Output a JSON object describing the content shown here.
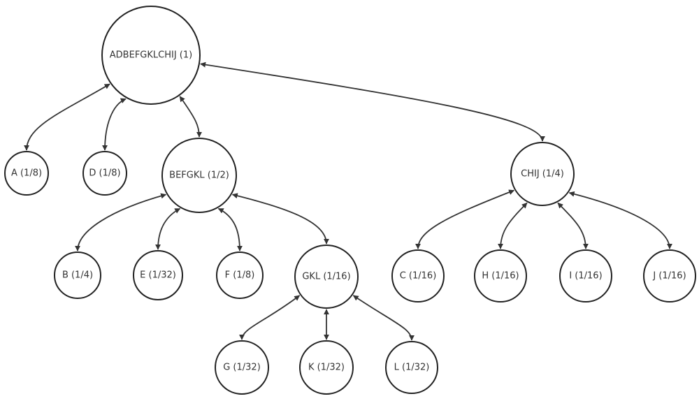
{
  "diagram": {
    "type": "tree",
    "nodes": [
      {
        "id": "root",
        "label": "ADBEFGKLCHIJ (1)"
      },
      {
        "id": "A",
        "label": "A (1/8)"
      },
      {
        "id": "D",
        "label": "D (1/8)"
      },
      {
        "id": "BEFGKL",
        "label": "BEFGKL (1/2)"
      },
      {
        "id": "CHIJ",
        "label": "CHIJ (1/4)"
      },
      {
        "id": "B",
        "label": "B (1/4)"
      },
      {
        "id": "E",
        "label": "E (1/32)"
      },
      {
        "id": "F",
        "label": "F (1/8)"
      },
      {
        "id": "GKL",
        "label": "GKL (1/16)"
      },
      {
        "id": "C",
        "label": "C (1/16)"
      },
      {
        "id": "H",
        "label": "H (1/16)"
      },
      {
        "id": "I",
        "label": "I (1/16)"
      },
      {
        "id": "J",
        "label": "J (1/16)"
      },
      {
        "id": "G",
        "label": "G (1/32)"
      },
      {
        "id": "K",
        "label": "K (1/32)"
      },
      {
        "id": "L",
        "label": "L (1/32)"
      }
    ],
    "edges": [
      {
        "from": "root",
        "to": "A",
        "direction": "both"
      },
      {
        "from": "root",
        "to": "D",
        "direction": "both"
      },
      {
        "from": "root",
        "to": "BEFGKL",
        "direction": "both"
      },
      {
        "from": "root",
        "to": "CHIJ",
        "direction": "both"
      },
      {
        "from": "BEFGKL",
        "to": "B",
        "direction": "both"
      },
      {
        "from": "BEFGKL",
        "to": "E",
        "direction": "both"
      },
      {
        "from": "BEFGKL",
        "to": "F",
        "direction": "both"
      },
      {
        "from": "BEFGKL",
        "to": "GKL",
        "direction": "both"
      },
      {
        "from": "CHIJ",
        "to": "C",
        "direction": "both"
      },
      {
        "from": "CHIJ",
        "to": "H",
        "direction": "both"
      },
      {
        "from": "CHIJ",
        "to": "I",
        "direction": "both"
      },
      {
        "from": "CHIJ",
        "to": "J",
        "direction": "both"
      },
      {
        "from": "GKL",
        "to": "G",
        "direction": "both"
      },
      {
        "from": "GKL",
        "to": "K",
        "direction": "both"
      },
      {
        "from": "GKL",
        "to": "L",
        "direction": "both"
      }
    ]
  }
}
